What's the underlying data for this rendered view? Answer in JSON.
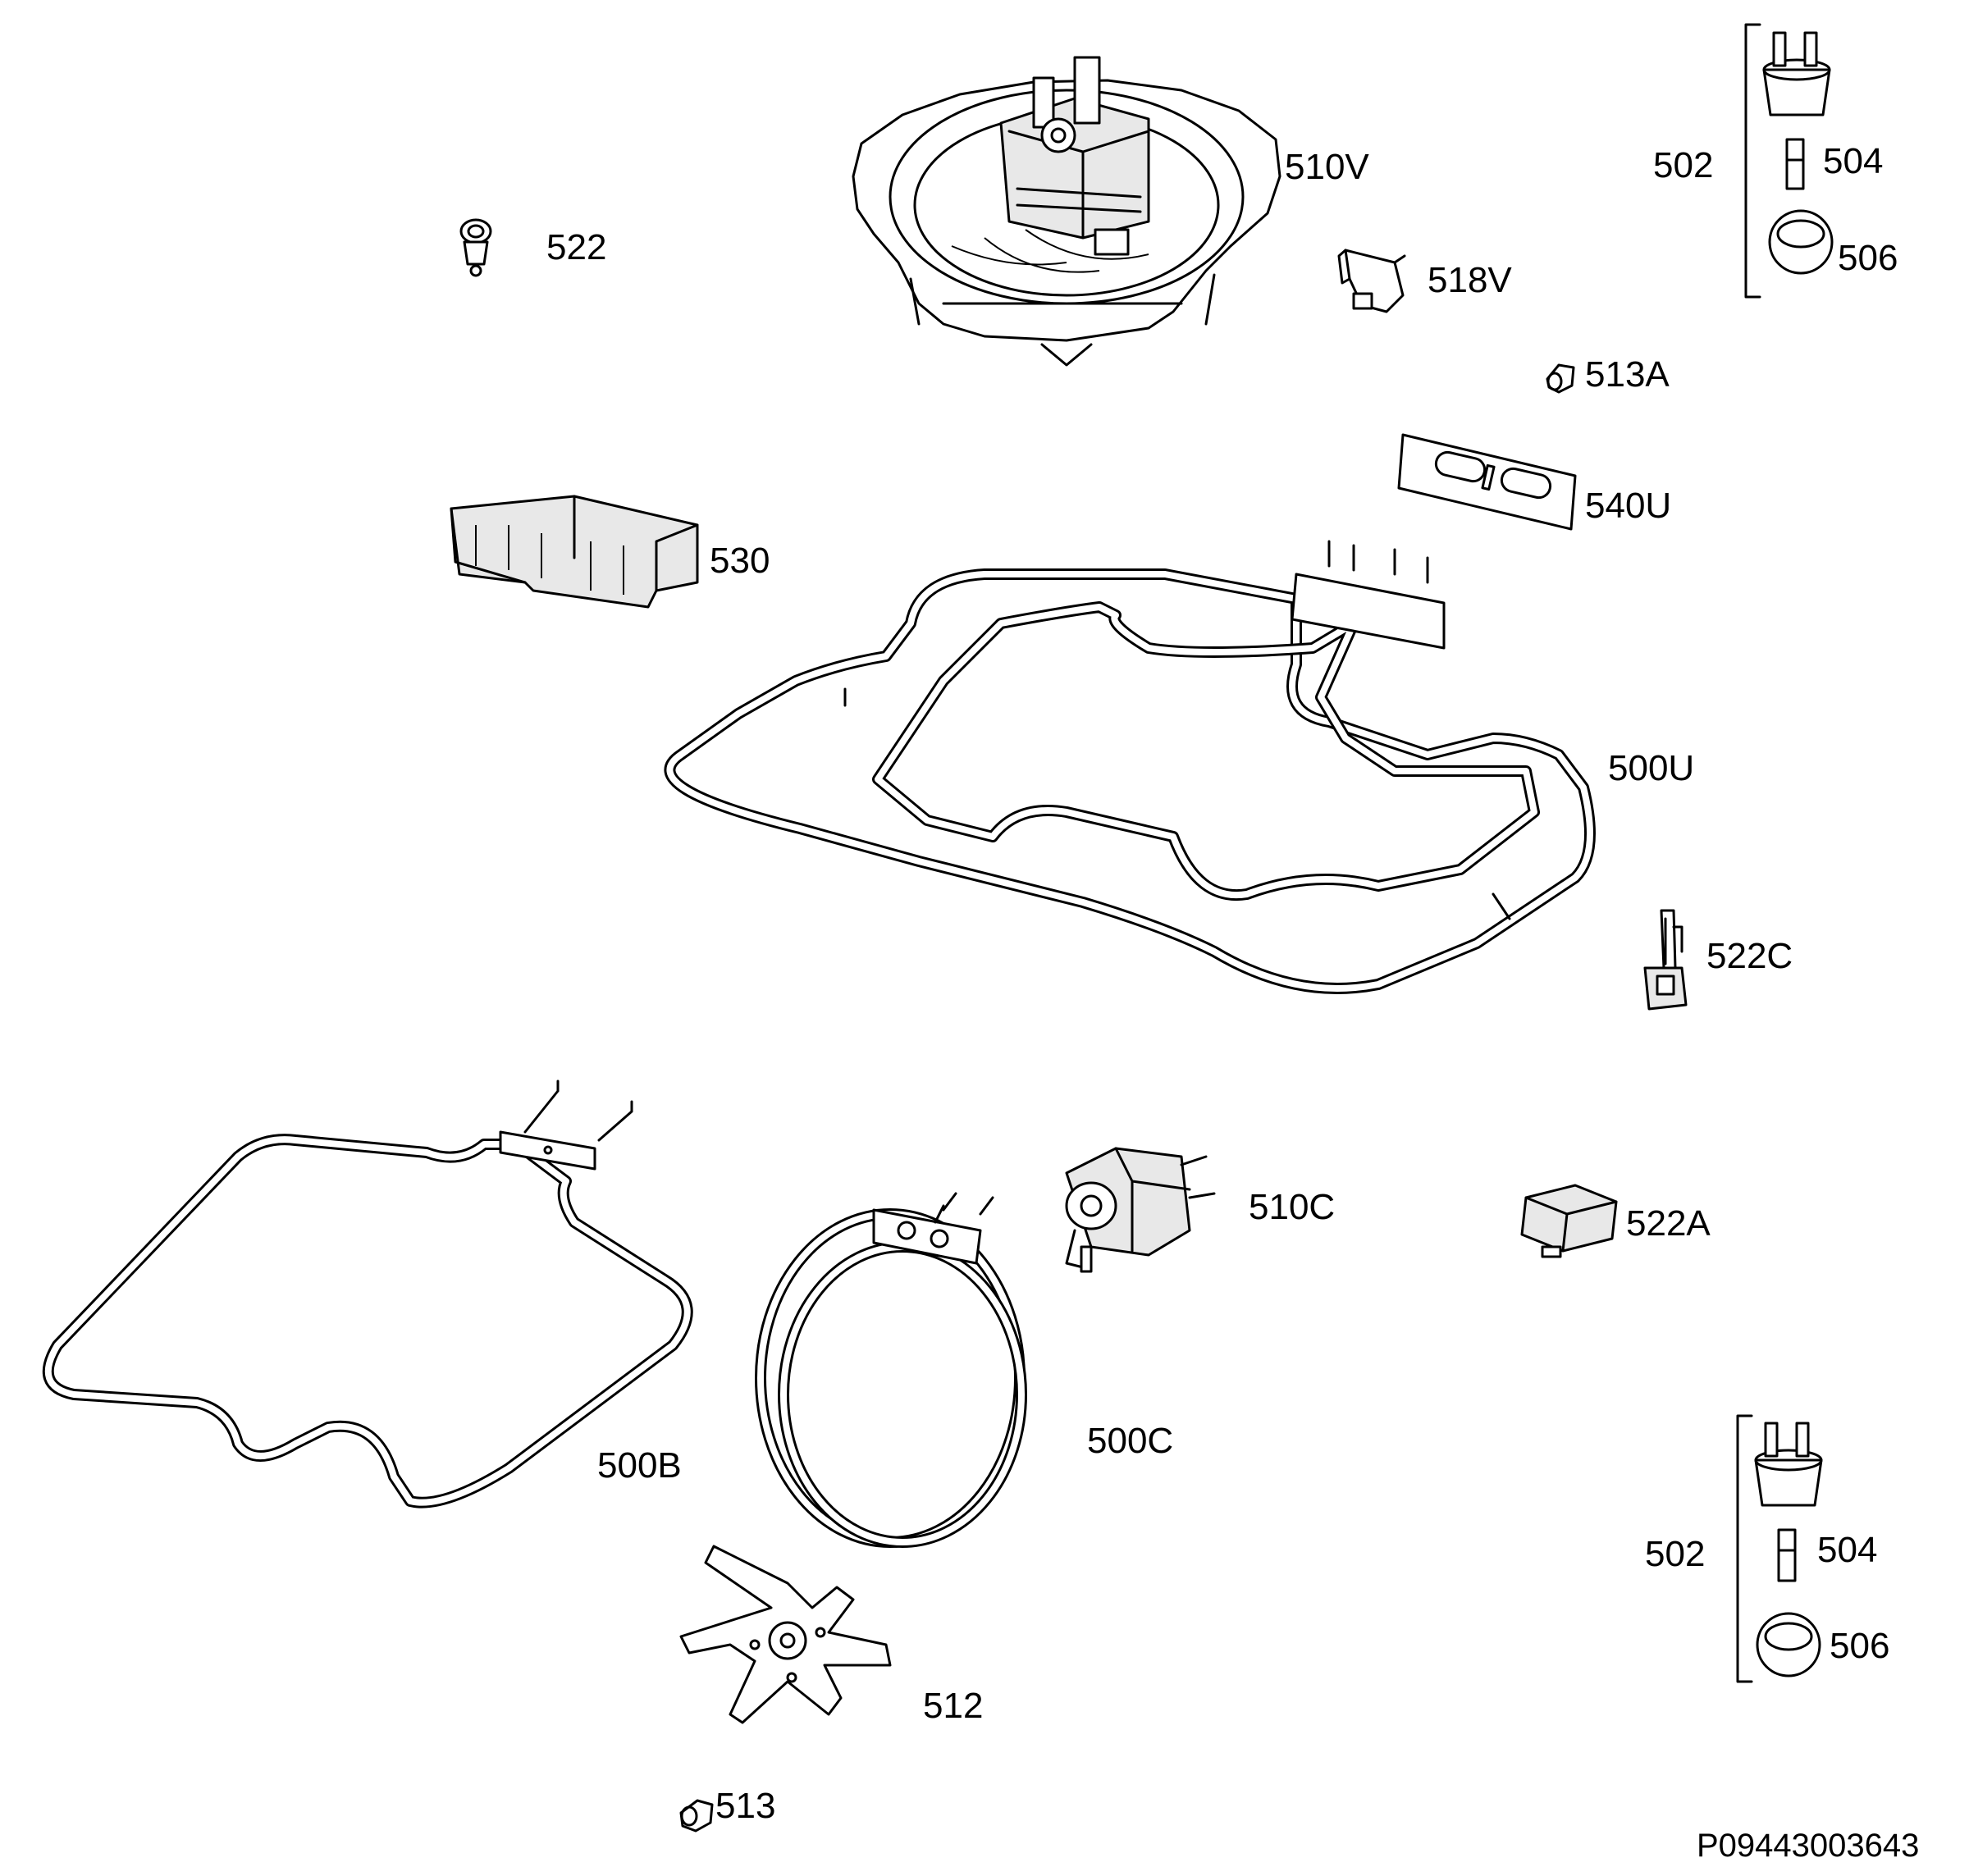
{
  "labels": {
    "p510V": "510V",
    "p522": "522",
    "p518V": "518V",
    "p502_top": "502",
    "p504_top": "504",
    "p506_top": "506",
    "p513A": "513A",
    "p540U": "540U",
    "p530": "530",
    "p500U": "500U",
    "p522C": "522C",
    "p510C": "510C",
    "p522A": "522A",
    "p500B": "500B",
    "p500C": "500C",
    "p502_bot": "502",
    "p504_bot": "504",
    "p506_bot": "506",
    "p512": "512",
    "p513": "513"
  },
  "document_number": "P09443003643"
}
